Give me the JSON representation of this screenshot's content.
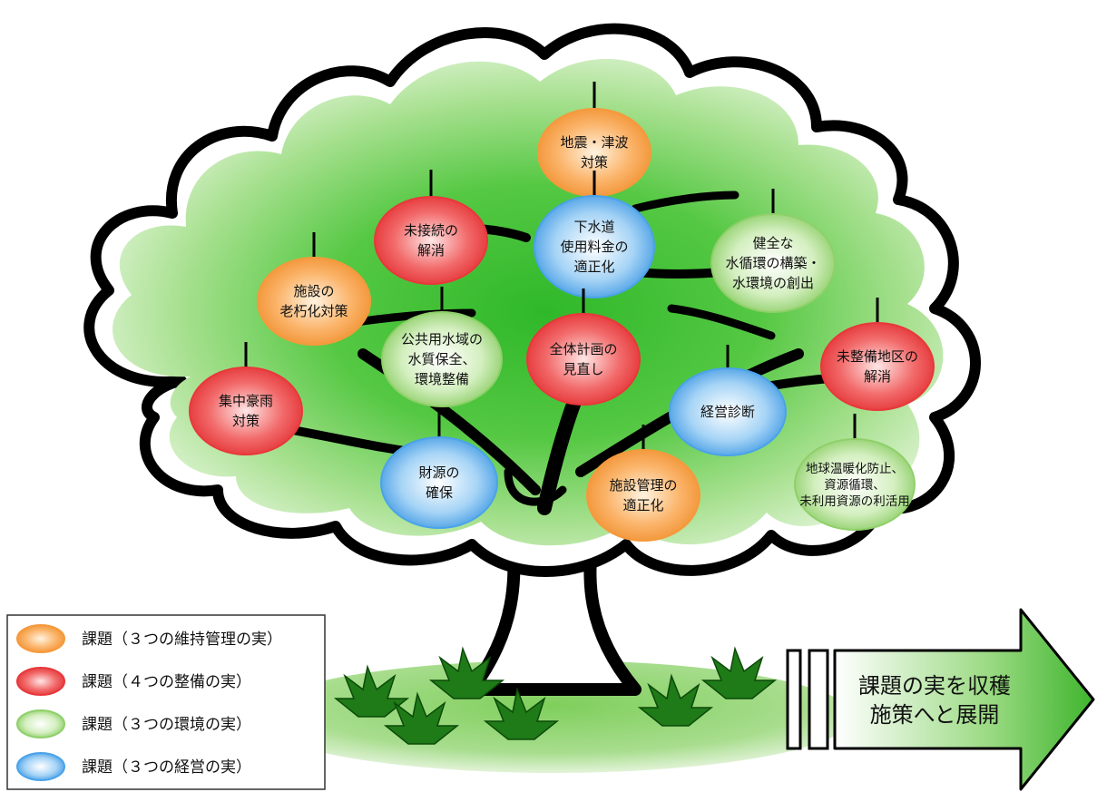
{
  "colors": {
    "maintenance": "#f59a3c",
    "development": "#e8383b",
    "environment": "#8fd06a",
    "management": "#4aa3ea",
    "leaf": "#4cc13a",
    "trunk": "#000000",
    "arrow": "#5cc64a"
  },
  "fruits": [
    {
      "id": "earthquake",
      "category": "maintenance",
      "lines": [
        "地震・津波",
        "対策"
      ]
    },
    {
      "id": "unconnected",
      "category": "development",
      "lines": [
        "未接続の",
        "解消"
      ]
    },
    {
      "id": "fee",
      "category": "management",
      "lines": [
        "下水道",
        "使用料金の",
        "適正化"
      ]
    },
    {
      "id": "water-cycle",
      "category": "environment",
      "lines": [
        "健全な",
        "水循環の構築・",
        "水環境の創出"
      ]
    },
    {
      "id": "aging",
      "category": "maintenance",
      "lines": [
        "施設の",
        "老朽化対策"
      ]
    },
    {
      "id": "water-quality",
      "category": "environment",
      "lines": [
        "公共用水域の",
        "水質保全、",
        "環境整備"
      ]
    },
    {
      "id": "overall-plan",
      "category": "development",
      "lines": [
        "全体計画の",
        "見直し"
      ]
    },
    {
      "id": "undeveloped",
      "category": "development",
      "lines": [
        "未整備地区の",
        "解消"
      ]
    },
    {
      "id": "heavy-rain",
      "category": "development",
      "lines": [
        "集中豪雨",
        "対策"
      ]
    },
    {
      "id": "diagnosis",
      "category": "management",
      "lines": [
        "経営診断"
      ]
    },
    {
      "id": "warming",
      "category": "environment",
      "lines": [
        "地球温暖化防止、",
        "資源循環、",
        "未利用資源の利活用"
      ]
    },
    {
      "id": "funding",
      "category": "management",
      "lines": [
        "財源の",
        "確保"
      ]
    },
    {
      "id": "facility-mgmt",
      "category": "maintenance",
      "lines": [
        "施設管理の",
        "適正化"
      ]
    }
  ],
  "legend": [
    {
      "category": "maintenance",
      "label": "課題（３つの維持管理の実）"
    },
    {
      "category": "development",
      "label": "課題（４つの整備の実）"
    },
    {
      "category": "environment",
      "label": "課題（３つの環境の実）"
    },
    {
      "category": "management",
      "label": "課題（３つの経営の実）"
    }
  ],
  "arrow": {
    "lines": [
      "課題の実を収穫",
      "施策へと展開"
    ]
  }
}
